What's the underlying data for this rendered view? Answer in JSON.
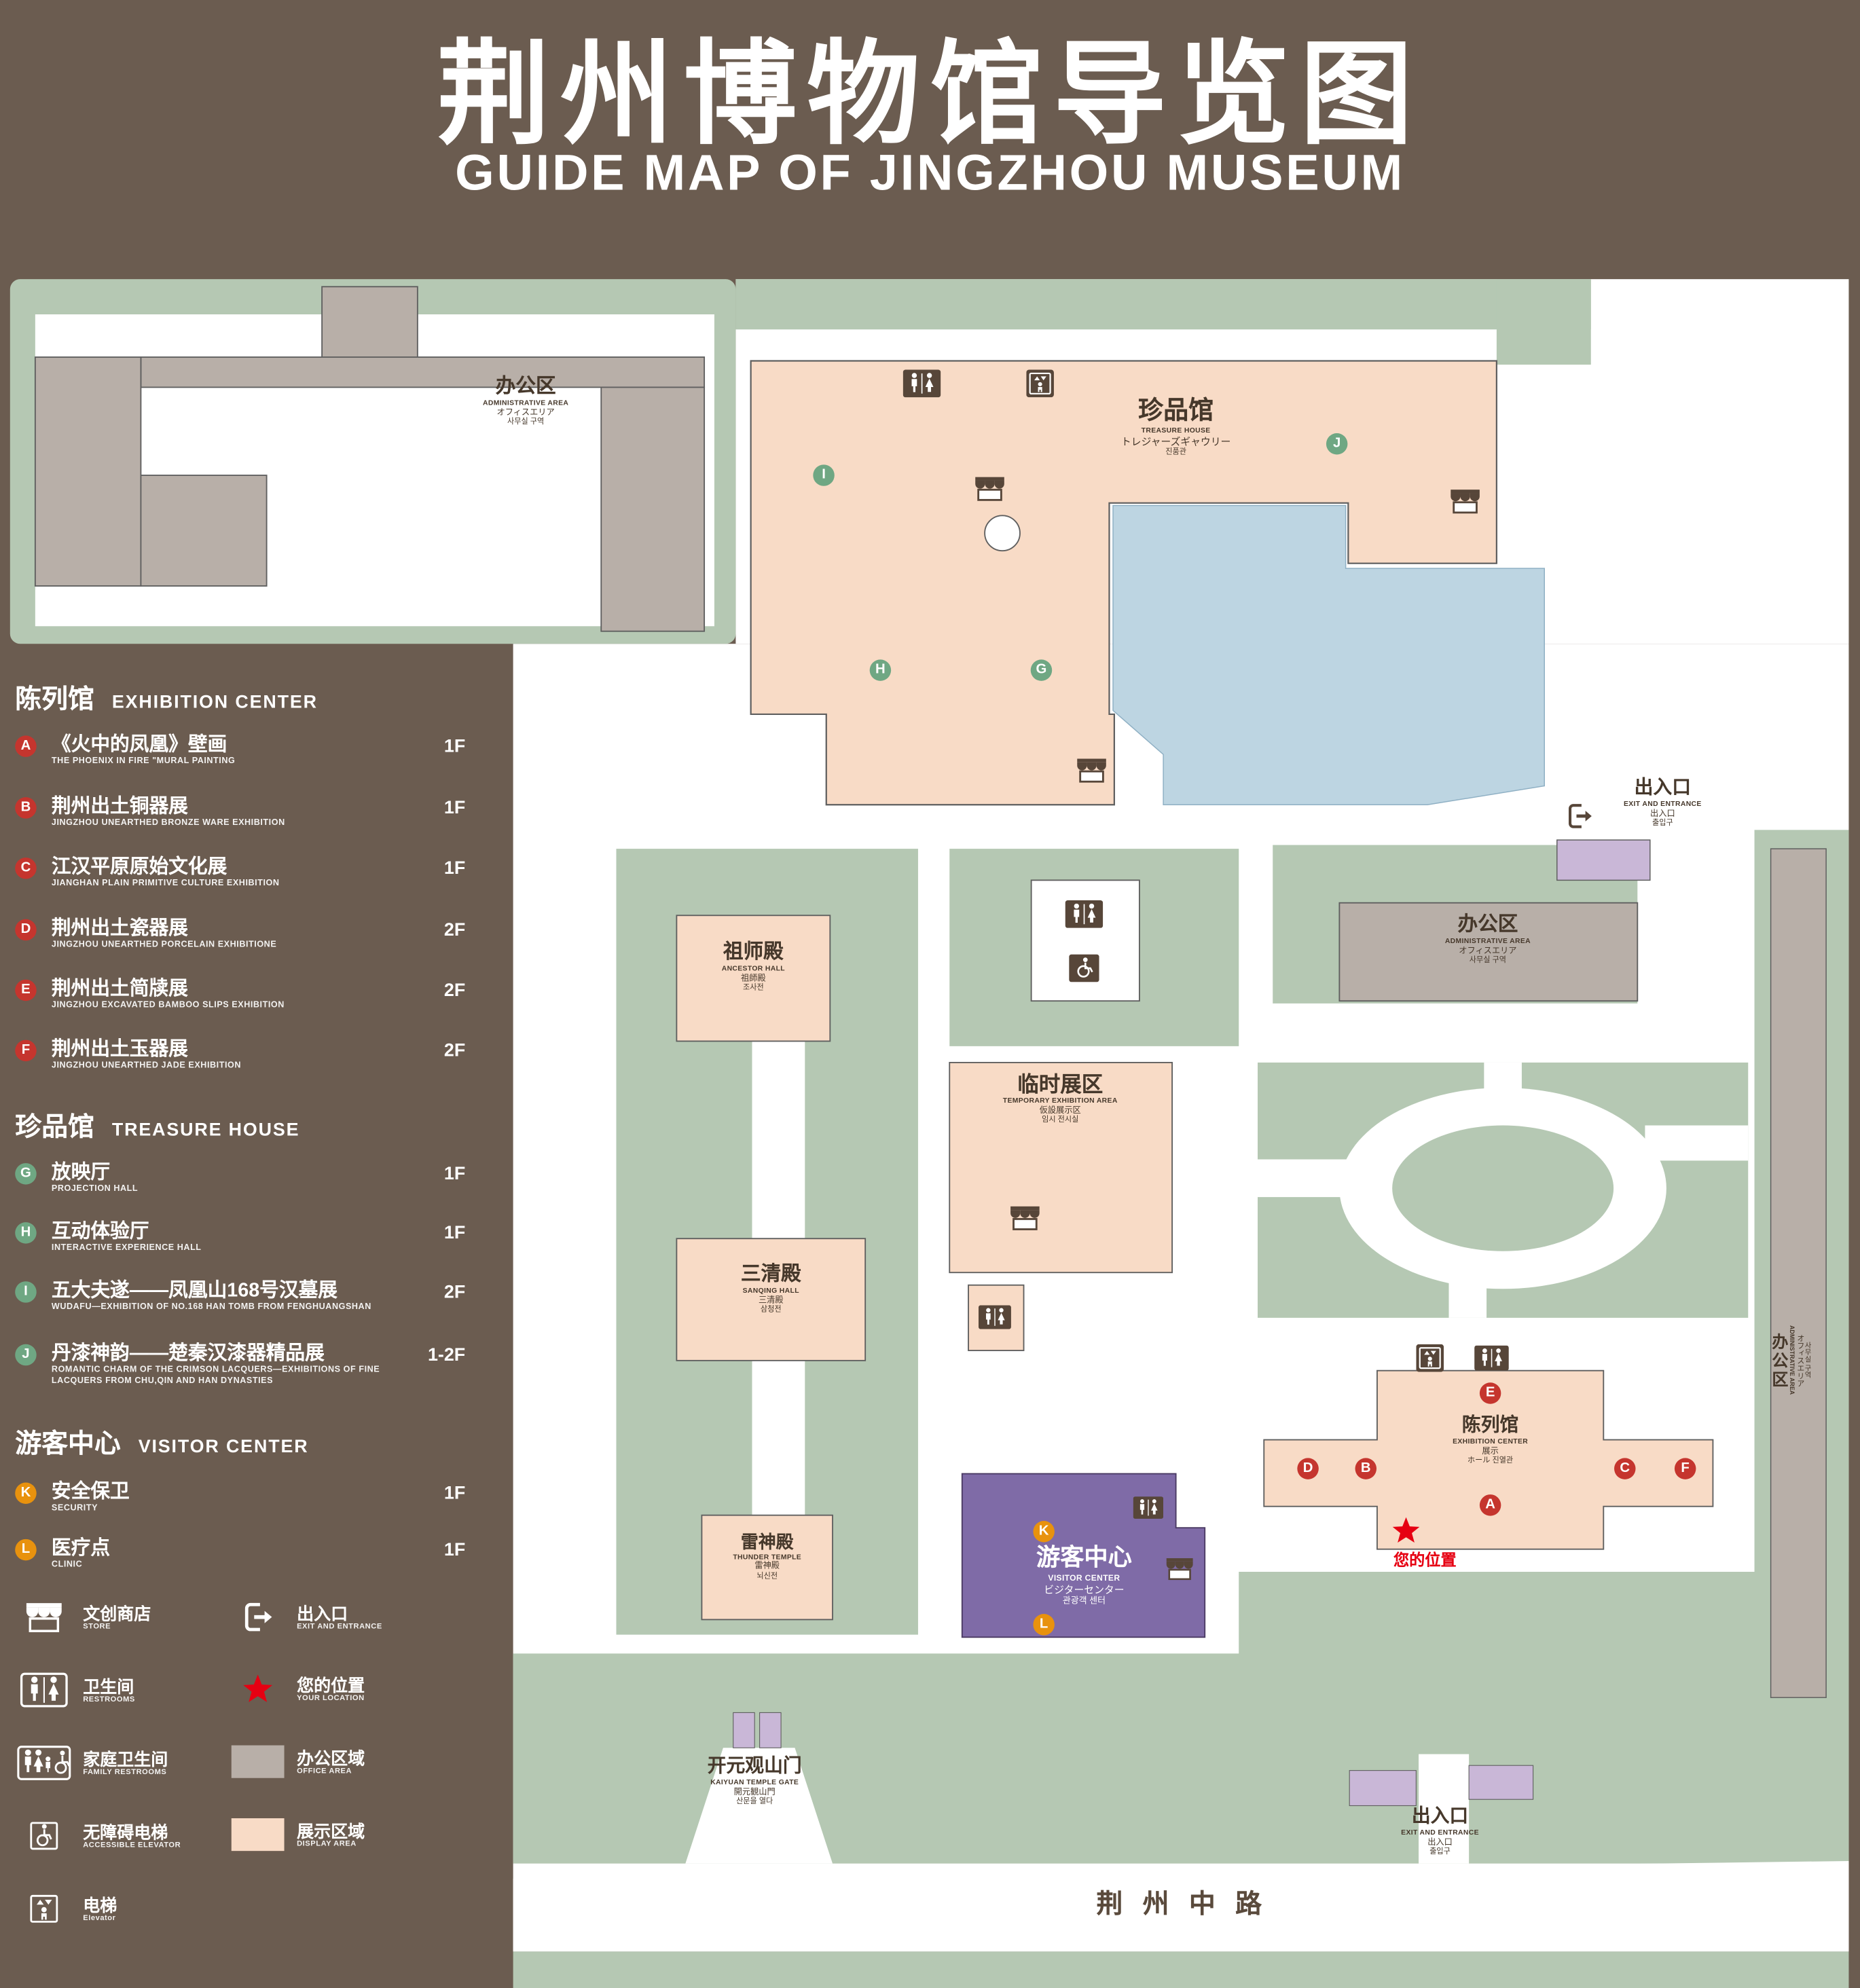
{
  "header": {
    "title_zh": "荆州博物馆导览图",
    "title_en": "GUIDE MAP OF JINGZHOU MUSEUM"
  },
  "sidebar": {
    "sections": [
      {
        "zh": "陈列馆",
        "en": "EXHIBITION CENTER",
        "items": [
          {
            "letter": "A",
            "zh": "《火中的凤凰》壁画",
            "en": "THE PHOENIX IN FIRE \"MURAL PAINTING",
            "floor": "1F"
          },
          {
            "letter": "B",
            "zh": "荆州出土铜器展",
            "en": "JINGZHOU UNEARTHED BRONZE WARE EXHIBITION",
            "floor": "1F"
          },
          {
            "letter": "C",
            "zh": "江汉平原原始文化展",
            "en": "JIANGHAN PLAIN PRIMITIVE CULTURE EXHIBITION",
            "floor": "1F"
          },
          {
            "letter": "D",
            "zh": "荆州出土瓷器展",
            "en": "JINGZHOU UNEARTHED PORCELAIN EXHIBITIONE",
            "floor": "2F"
          },
          {
            "letter": "E",
            "zh": "荆州出土简牍展",
            "en": "JINGZHOU EXCAVATED BAMBOO SLIPS EXHIBITION",
            "floor": "2F"
          },
          {
            "letter": "F",
            "zh": "荆州出土玉器展",
            "en": "JINGZHOU UNEARTHED JADE EXHIBITION",
            "floor": "2F"
          }
        ]
      },
      {
        "zh": "珍品馆",
        "en": "TREASURE HOUSE",
        "items": [
          {
            "letter": "G",
            "zh": "放映厅",
            "en": "PROJECTION HALL",
            "floor": "1F"
          },
          {
            "letter": "H",
            "zh": "互动体验厅",
            "en": "INTERACTIVE EXPERIENCE HALL",
            "floor": "1F"
          },
          {
            "letter": "I",
            "zh": "五大夫遂——凤凰山168号汉墓展",
            "en": "WUDAFU—EXHIBITION OF NO.168 HAN TOMB FROM FENGHUANGSHAN",
            "floor": "2F"
          },
          {
            "letter": "J",
            "zh": "丹漆神韵——楚秦汉漆器精品展",
            "en": "ROMANTIC CHARM OF THE CRIMSON LACQUERS—EXHIBITIONS OF FINE LACQUERS FROM CHU,QIN AND HAN DYNASTIES",
            "floor": "1-2F"
          }
        ]
      },
      {
        "zh": "游客中心",
        "en": "VISITOR CENTER",
        "items": [
          {
            "letter": "K",
            "zh": "安全保卫",
            "en": "SECURITY",
            "floor": "1F"
          },
          {
            "letter": "L",
            "zh": "医疗点",
            "en": "CLINIC",
            "floor": "1F"
          }
        ]
      }
    ],
    "key": [
      {
        "icon": "store-icon",
        "zh": "文创商店",
        "en": "STORE"
      },
      {
        "icon": "exit-icon",
        "zh": "出入口",
        "en": "EXIT AND ENTRANCE"
      },
      {
        "icon": "restroom-icon",
        "zh": "卫生间",
        "en": "RESTROOMS"
      },
      {
        "icon": "location-star-icon",
        "zh": "您的位置",
        "en": "YOUR LOCATION"
      },
      {
        "icon": "family-restroom-icon",
        "zh": "家庭卫生间",
        "en": "FAMILY RESTROOMS"
      },
      {
        "icon": "office-area-swatch",
        "zh": "办公区域",
        "en": "OFFICE AREA"
      },
      {
        "icon": "accessible-elevator-icon",
        "zh": "无障碍电梯",
        "en": "ACCESSIBLE ELEVATOR"
      },
      {
        "icon": "display-area-swatch",
        "zh": "展示区域",
        "en": "DISPLAY AREA"
      },
      {
        "icon": "elevator-icon",
        "zh": "电梯",
        "en": "Elevator"
      }
    ]
  },
  "map": {
    "admin_top": {
      "zh": "办公区",
      "en": "ADMINISTRATIVE AREA",
      "jp": "オフィスエリア",
      "kr": "사무실 구역"
    },
    "treasure_house": {
      "zh": "珍品馆",
      "en": "TREASURE HOUSE",
      "jp": "トレジャーズギャウリー",
      "kr": "진품관"
    },
    "exit_right": {
      "zh": "出入口",
      "en": "EXIT AND ENTRANCE",
      "jp": "出入口",
      "kr": "출입구"
    },
    "ancestor_hall": {
      "zh": "祖师殿",
      "en": "ANCESTOR HALL",
      "jp": "祖師殿",
      "kr": "조사전"
    },
    "temporary_area": {
      "zh": "临时展区",
      "en": "TEMPORARY EXHIBITION AREA",
      "jp": "仮設展示区",
      "kr": "임시 전시실"
    },
    "admin_right": {
      "zh": "办公区",
      "en": "ADMINISTRATIVE AREA",
      "jp": "オフィスエリア",
      "kr": "사무실 구역"
    },
    "sanqing_hall": {
      "zh": "三清殿",
      "en": "SANQING HALL",
      "jp": "三清殿",
      "kr": "삼청전"
    },
    "exhibition_center": {
      "zh": "陈列馆",
      "en": "EXHIBITION CENTER",
      "jp": "展示",
      "kr": "ホール 진열관"
    },
    "your_location": {
      "zh": "您的位置"
    },
    "thunder_temple": {
      "zh": "雷神殿",
      "en": "THUNDER TEMPLE",
      "jp": "雷神殿",
      "kr": "뇌신전"
    },
    "visitor_center": {
      "zh": "游客中心",
      "en": "VISITOR CENTER",
      "jp": "ビジターセンター",
      "kr": "관광객 센터"
    },
    "kaiyuan_gate": {
      "zh": "开元观山门",
      "en": "KAIYUAN TEMPLE GATE",
      "jp": "開元観山門",
      "kr": "산문을 열다"
    },
    "exit_bottom": {
      "zh": "出入口",
      "en": "EXIT AND ENTRANCE",
      "jp": "出入口",
      "kr": "출입구"
    },
    "admin_side": {
      "zh": "办公区",
      "en": "ADMINISTRATIVE AREA",
      "jp": "オフィスエリア",
      "kr": "사무실 구역"
    },
    "road": {
      "zh": "荆 州 中 路"
    },
    "markers": {
      "a": "A",
      "b": "B",
      "c": "C",
      "d": "D",
      "e": "E",
      "f": "F",
      "g": "G",
      "h": "H",
      "i": "I",
      "j": "J",
      "k": "K",
      "l": "L"
    }
  },
  "colors": {
    "background": "#6b5c50",
    "landscape_green": "#b5c8b3",
    "display_area": "#f8dbc6",
    "office_area": "#b8afa8",
    "water": "#bdd5e2",
    "visitor_center": "#7f6ba7",
    "entrance_block": "#c9b7d7",
    "marker_red": "#c5352e",
    "marker_green": "#6fa783",
    "marker_orange": "#e8920e",
    "location_red": "#e60012"
  }
}
